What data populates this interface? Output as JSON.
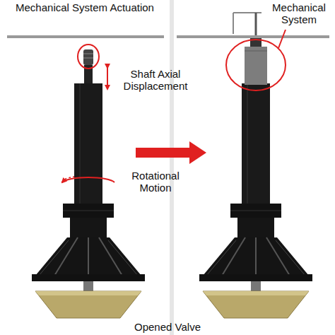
{
  "diagram": {
    "labels": [
      "Mechanical System Actuation",
      "Shaft Axial Displacement",
      "Rotational Motion",
      "Mechanical System",
      "Opened Valve"
    ]
  }
}
